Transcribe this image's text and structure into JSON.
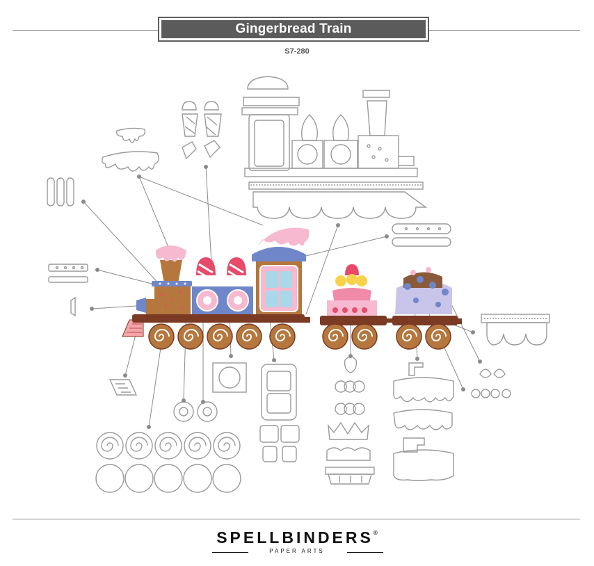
{
  "header": {
    "title": "Gingerbread Train",
    "code": "S7-280"
  },
  "brand": {
    "name": "SPELLBINDERS",
    "registered": "®",
    "tagline": "PAPER ARTS"
  },
  "colors": {
    "title_bar": "#5b5b5b",
    "outline": "#9a9a9a",
    "gingerbread": "#b5773d",
    "chassis": "#7a3a24",
    "frosting_pink": "#f6b9cf",
    "cab_blue": "#6f86c9",
    "icing_white": "#ffffff",
    "candy_red": "#e84a6a"
  }
}
